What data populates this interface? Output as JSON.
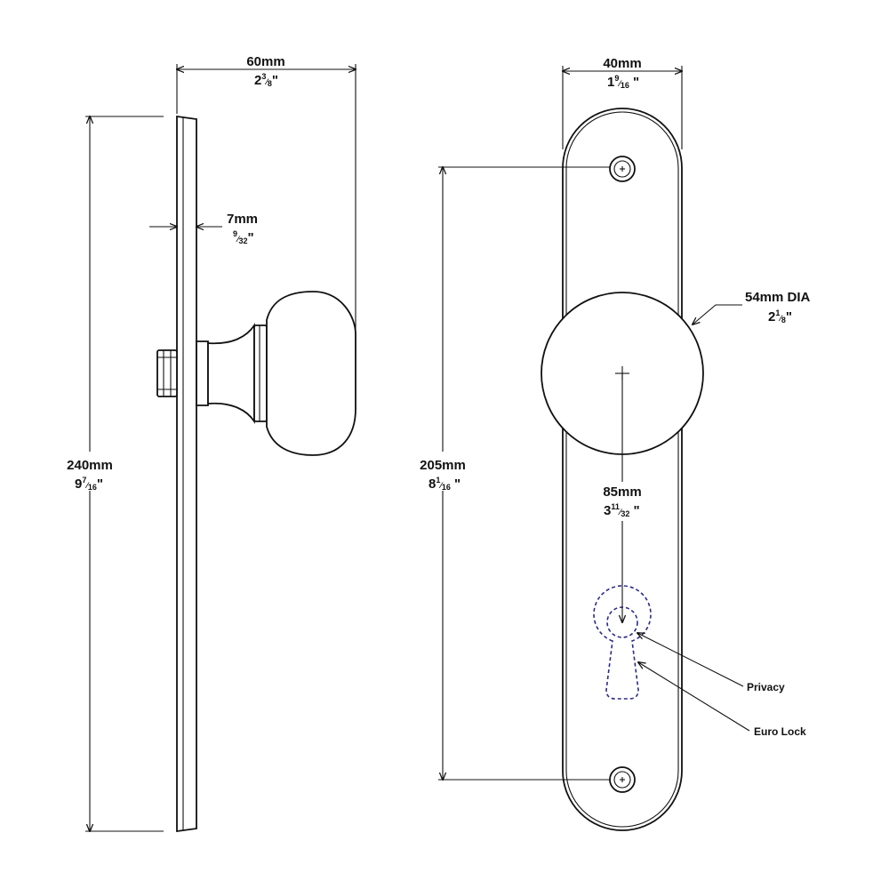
{
  "colors": {
    "line": "#111111",
    "cylinder_outline": "#2a2a8a",
    "background": "#ffffff"
  },
  "side_view": {
    "width": {
      "mm": "60mm",
      "in_whole": "2",
      "in_num": "3",
      "in_den": "8",
      "in_mark": "\""
    },
    "thickness": {
      "mm": "7mm",
      "in_num": "9",
      "in_den": "32",
      "in_mark": "\""
    },
    "height": {
      "mm": "240mm",
      "in_whole": "9",
      "in_num": "7",
      "in_den": "16",
      "in_mark": "\""
    }
  },
  "front_view": {
    "width": {
      "mm": "40mm",
      "in_whole": "1",
      "in_num": "9",
      "in_den": "16",
      "in_mark": " \""
    },
    "hole_spacing": {
      "mm": "205mm",
      "in_whole": "8",
      "in_num": "1",
      "in_den": "16",
      "in_mark": " \""
    },
    "knob_diameter": {
      "mm": "54mm DIA",
      "in_whole": "2",
      "in_num": "1",
      "in_den": "8",
      "in_mark": "\""
    },
    "knob_to_lock": {
      "mm": "85mm",
      "in_whole": "3",
      "in_num": "11",
      "in_den": "32",
      "in_mark": " \""
    },
    "callouts": {
      "privacy": "Privacy",
      "euro_lock": "Euro Lock"
    }
  }
}
